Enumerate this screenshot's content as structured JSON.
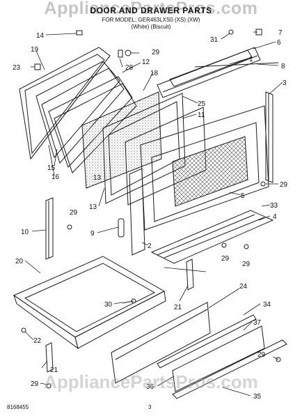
{
  "header": {
    "watermark_top": "AppliancePartsPros.com",
    "title": "DOOR AND DRAWER PARTS",
    "subtitle": "FOR MODEL: GER463LXS0 (XS) (XW)",
    "variant": "(White)          (Biscuit)"
  },
  "watermark_bottom": "AppliancePartsPros.com",
  "footer": {
    "doc_code": "8168455",
    "page_number": "3"
  },
  "callouts": [
    "14",
    "19",
    "29",
    "23",
    "28",
    "12",
    "18",
    "16",
    "15",
    "25",
    "11",
    "13",
    "10",
    "9",
    "2",
    "5",
    "33",
    "4",
    "20",
    "30",
    "21",
    "24",
    "34",
    "22",
    "37",
    "36",
    "35",
    "31",
    "7",
    "6",
    "1",
    "8",
    "3"
  ],
  "colors": {
    "line": "#1a1a1a",
    "window_mesh": "#555555"
  }
}
